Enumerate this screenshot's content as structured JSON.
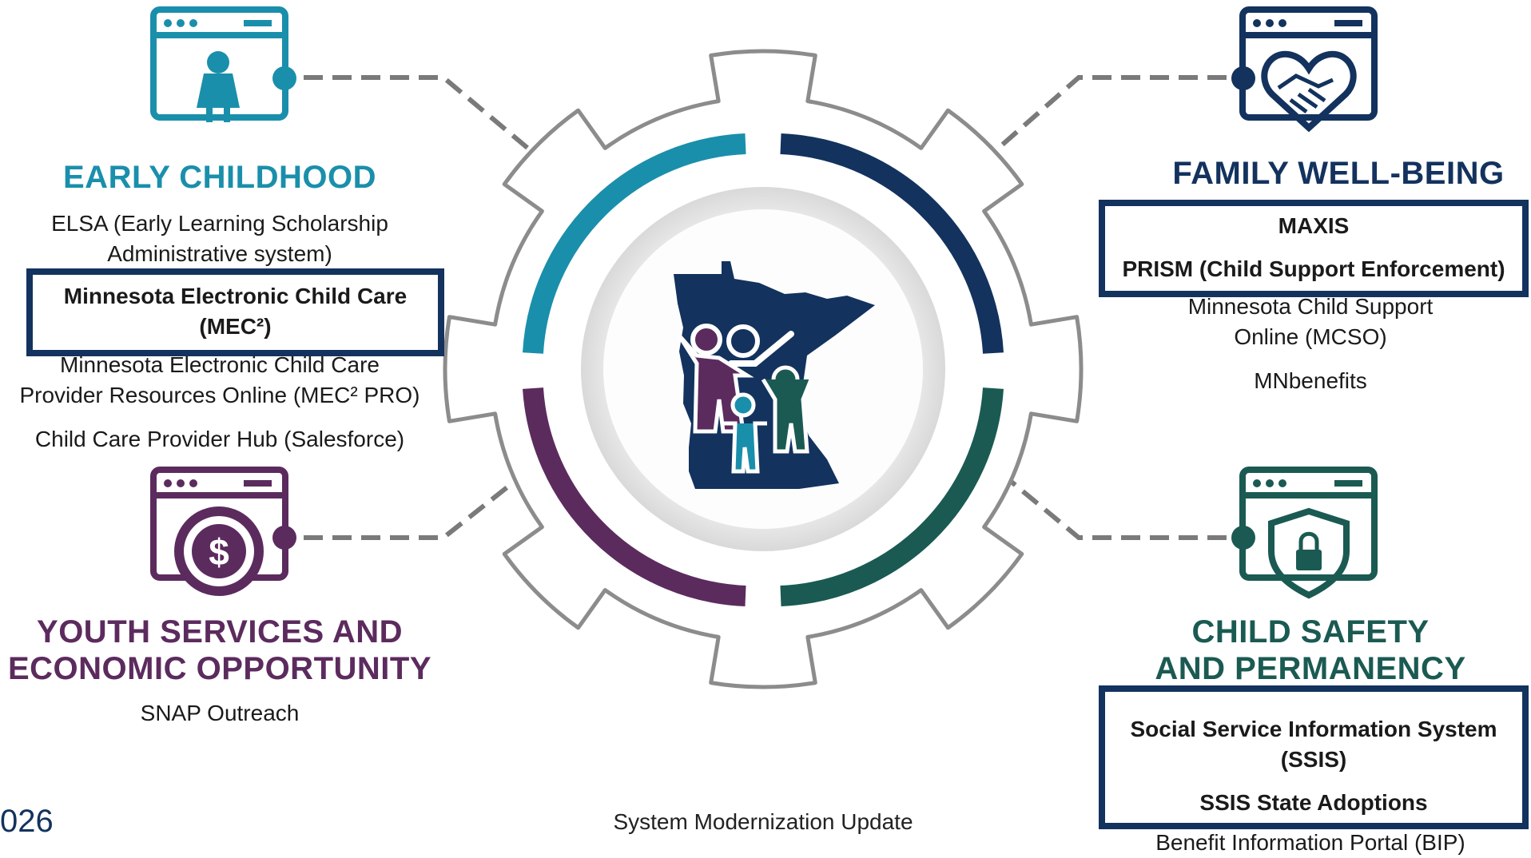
{
  "center": {
    "icon": "minnesota-family-icon"
  },
  "early_childhood": {
    "title": "EARLY CHILDHOOD",
    "color": "#1a8fab",
    "icon": "child-window-icon",
    "elsa_1": "ELSA (Early Learning Scholarship",
    "elsa_2": "Administrative system)",
    "mec_1": "Minnesota Electronic Child Care",
    "mec_2": "(MEC²)",
    "mecpro_1": "Minnesota Electronic Child Care",
    "mecpro_2": "Provider Resources Online (MEC² PRO)",
    "hub": "Child Care Provider Hub (Salesforce)"
  },
  "youth": {
    "title_1": "YOUTH SERVICES AND",
    "title_2": "ECONOMIC OPPORTUNITY",
    "color": "#5c2b5e",
    "icon": "dollar-window-icon",
    "snap": "SNAP Outreach"
  },
  "family": {
    "title": "FAMILY WELL-BEING",
    "color": "#13325e",
    "icon": "heart-handshake-window-icon",
    "maxis": "MAXIS",
    "prism": "PRISM (Child Support Enforcement)",
    "mcso_1": "Minnesota Child Support",
    "mcso_2": "Online (MCSO)",
    "mnbenefits": "MNbenefits"
  },
  "safety": {
    "title_1": "CHILD SAFETY",
    "title_2": "AND PERMANENCY",
    "color": "#1a5a52",
    "icon": "shield-lock-window-icon",
    "ssis_1": "Social Service Information System",
    "ssis_2": "(SSIS)",
    "ssis_adopt": "SSIS State Adoptions",
    "bip": "Benefit Information Portal (BIP)"
  },
  "footer": {
    "caption": "System Modernization Update",
    "page_fragment": "026"
  }
}
